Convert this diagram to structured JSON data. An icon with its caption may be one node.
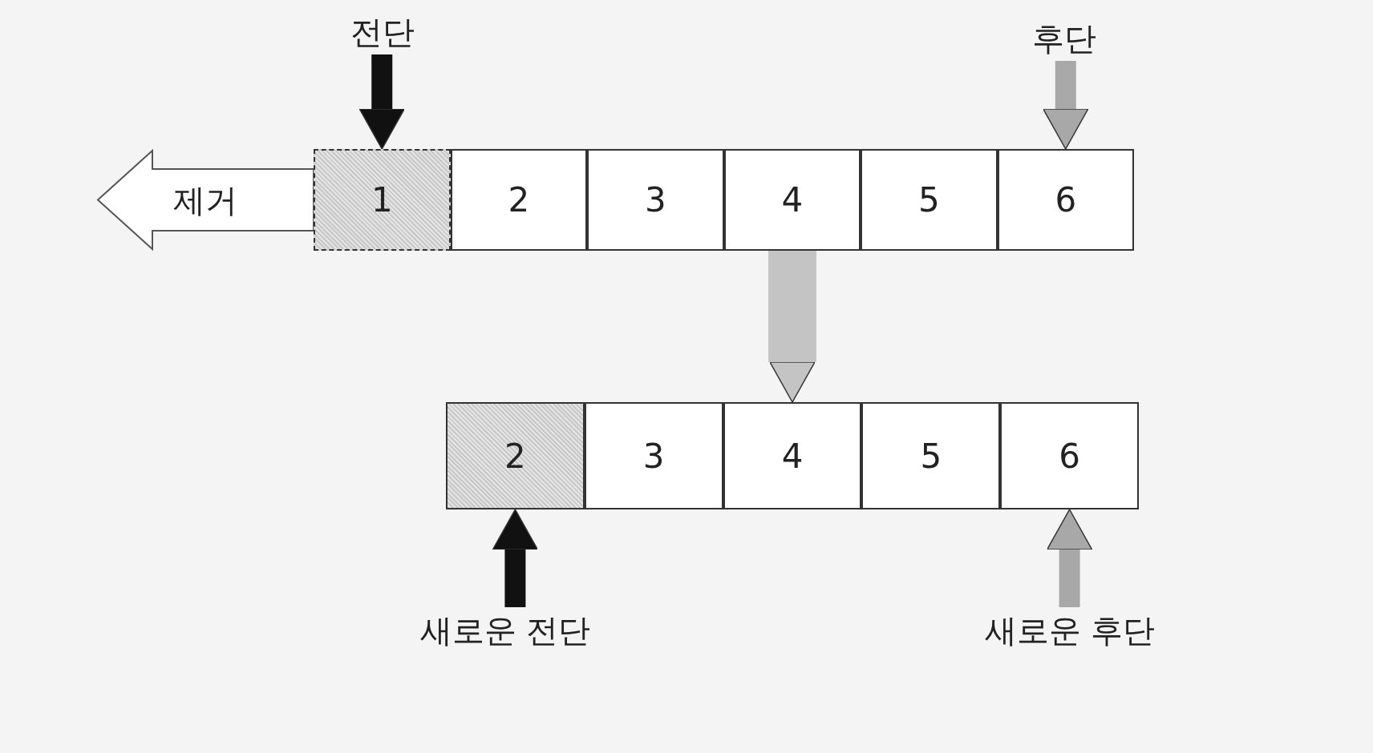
{
  "diagram": {
    "nodes": [
      {
        "text": [
          "전단"
        ]
      },
      {
        "text": [
          "후단"
        ]
      },
      {
        "text": [
          "제거"
        ]
      },
      {
        "text": [],
        "shape": "box"
      },
      {
        "text": [
          "1"
        ],
        "in": 3
      },
      {
        "text": [
          "2"
        ],
        "in": 3
      },
      {
        "text": [
          "3"
        ],
        "in": 3
      },
      {
        "text": [
          "4"
        ],
        "in": 3
      },
      {
        "text": [
          "5"
        ],
        "in": 3
      },
      {
        "text": [
          "6"
        ],
        "in": 3
      },
      {
        "text": [],
        "shape": "box"
      },
      {
        "text": [
          "2"
        ],
        "in": 10
      },
      {
        "text": [
          "3"
        ],
        "in": 10
      },
      {
        "text": [
          "4"
        ],
        "in": 10
      },
      {
        "text": [
          "5"
        ],
        "in": 10
      },
      {
        "text": [
          "6"
        ],
        "in": 10
      },
      {
        "text": [
          "새로운 전단"
        ]
      },
      {
        "text": [
          "새로운 후단"
        ]
      }
    ],
    "edges": [
      {
        "from": 0,
        "to": 4,
        "arrow": "to",
        "color": "#111111"
      },
      {
        "from": 1,
        "to": 9,
        "arrow": "to",
        "color": "#a8a8a8"
      },
      {
        "from": 3,
        "to": 10,
        "arrow": "to",
        "style": "thick",
        "color": "#c4c4c4"
      },
      {
        "from": 16,
        "to": 11,
        "arrow": "to",
        "color": "#111111"
      },
      {
        "from": 17,
        "to": 15,
        "arrow": "to",
        "color": "#a8a8a8"
      }
    ]
  }
}
